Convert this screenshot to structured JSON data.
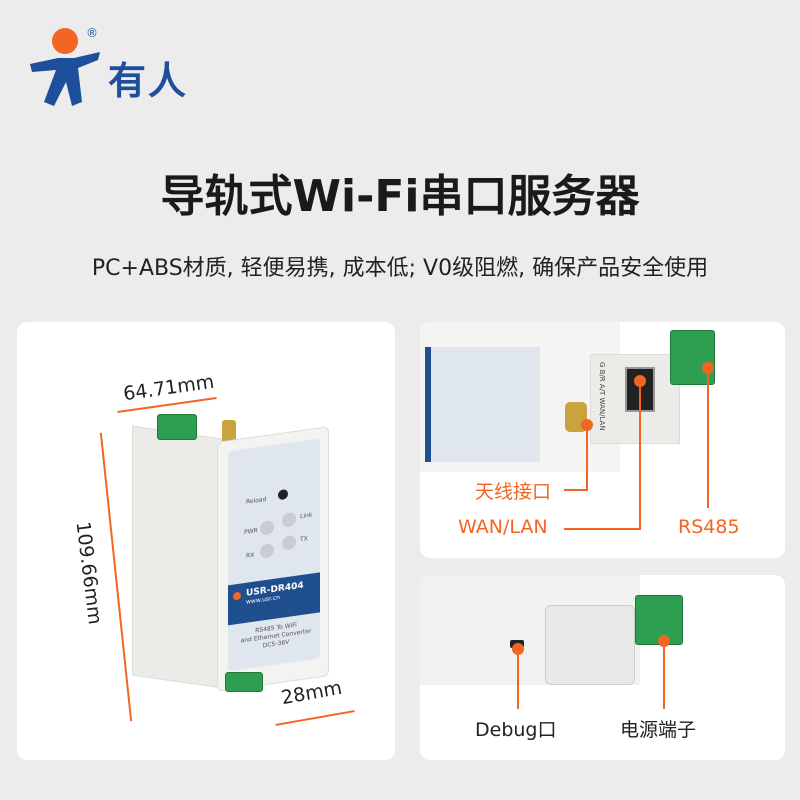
{
  "brand": {
    "name": "有人",
    "registered": "®",
    "logo_colors": {
      "blue": "#1d4f9c",
      "orange": "#f26522"
    }
  },
  "title": "导轨式Wi-Fi串口服务器",
  "subtitle": "PC+ABS材质, 轻便易携, 成本低; V0级阻燃, 确保产品安全使用",
  "accent": "#f26522",
  "dimensions": {
    "width": "64.71mm",
    "height": "109.66mm",
    "depth": "28mm"
  },
  "device": {
    "model": "USR-DR404",
    "website": "www.usr.cn",
    "description_line1": "RS485 To WiFi",
    "description_line2": "and Ethernet Converter",
    "power": "DC5-36V",
    "reload": "Reload",
    "leds": [
      "PWR",
      "Link",
      "RX",
      "TX"
    ],
    "port_labels": "G  B/R  A/T   WAN/LAN"
  },
  "callouts_top": {
    "antenna": "天线接口",
    "wan_lan": "WAN/LAN",
    "rs485": "RS485"
  },
  "callouts_bottom": {
    "debug": "Debug口",
    "power": "电源端子"
  }
}
